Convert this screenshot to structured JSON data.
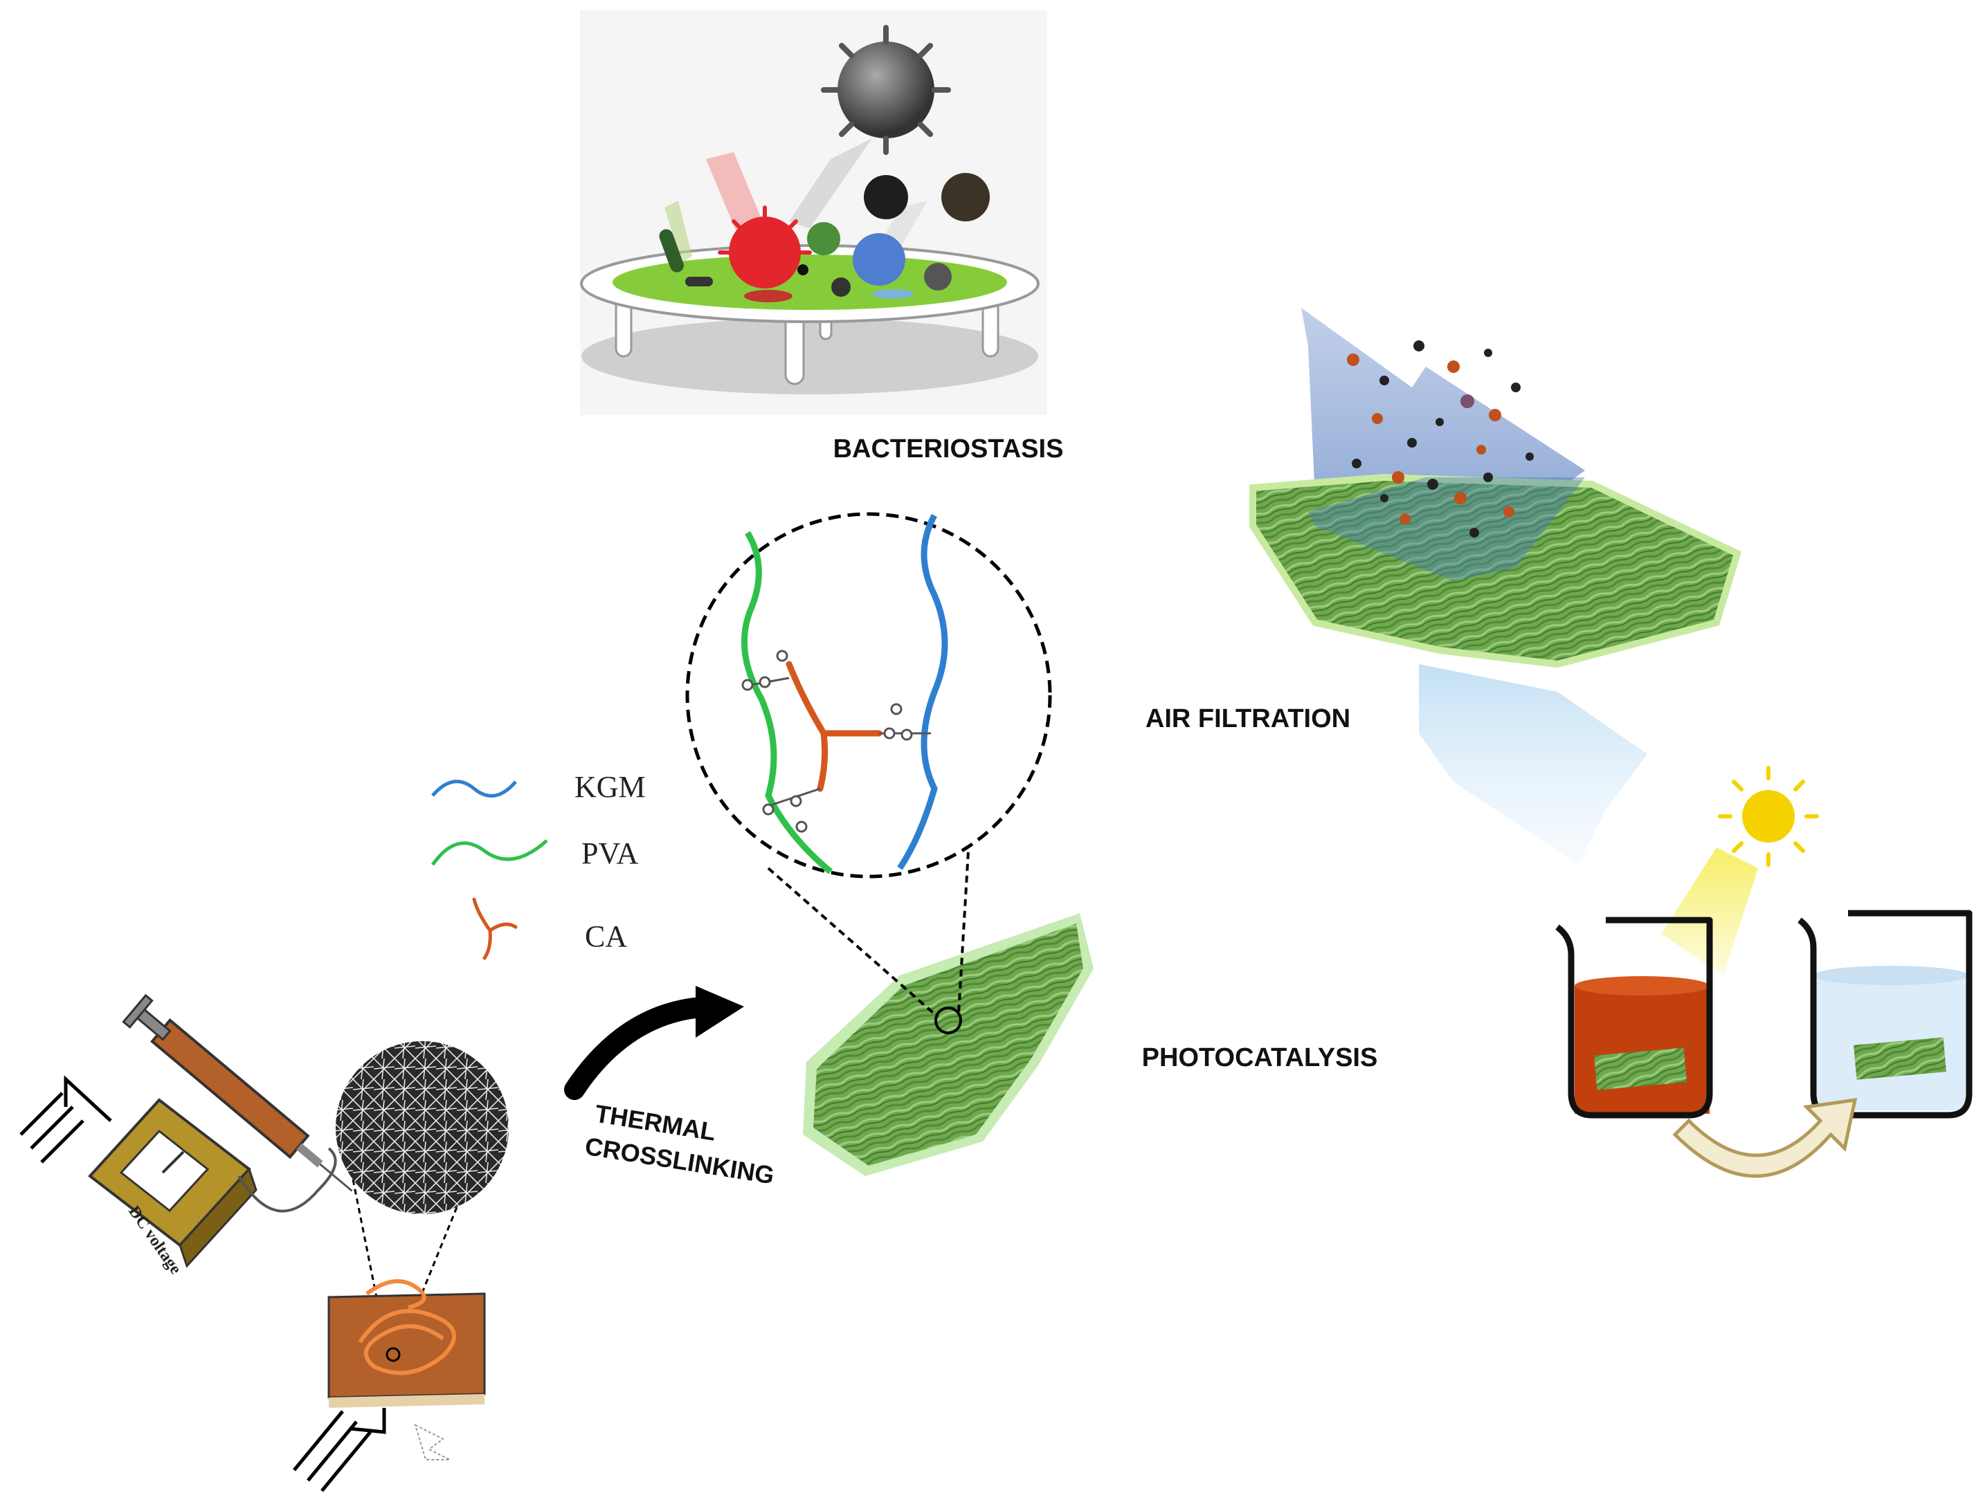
{
  "labels": {
    "bacteriostasis": "BACTERIOSTASIS",
    "air_filtration": "AIR FILTRATION",
    "photocatalysis": "PHOTOCATALYSIS",
    "thermal": "THERMAL",
    "crosslinking": "CROSSLINKING"
  },
  "legend": [
    {
      "label": "KGM",
      "color": "#2f7fd0"
    },
    {
      "label": "PVA",
      "color": "#2fc04a"
    },
    {
      "label": "CA",
      "color": "#d4581e"
    }
  ],
  "device_label": "DC voltage",
  "colors": {
    "fiber_mat": "#6fa84f",
    "mat_glow": "#b8e6a0",
    "collector": "#b3602a",
    "voltage_box": "#b3932a",
    "dye_solution": "#c2400e",
    "clean_water": "#dcecf8",
    "sun": "#f6d200",
    "airflow": "#8fa8d8"
  }
}
